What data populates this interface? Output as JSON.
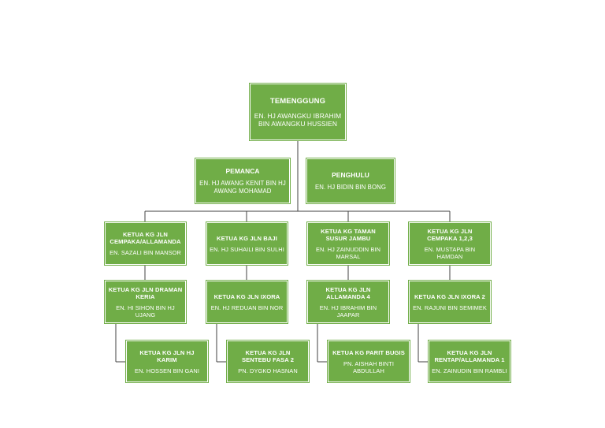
{
  "colors": {
    "node_fill": "#70AD47",
    "node_text": "#FFFFFF",
    "connector": "#404040"
  },
  "nodes": {
    "temenggung": {
      "title": "TEMENGGUNG",
      "name": "EN. HJ AWANGKU IBRAHIM BIN AWANGKU HUSSIEN"
    },
    "pemanca": {
      "title": "PEMANCA",
      "name": "EN. HJ AWANG KENIT BIN HJ AWANG MOHAMAD"
    },
    "penghulu": {
      "title": "PENGHULU",
      "name": "EN. HJ BIDIN BIN BONG"
    },
    "cempaka_allamanda": {
      "title": "KETUA KG JLN CEMPAKA/ALLAMANDA",
      "name": "EN. SAZALI BIN MANSOR"
    },
    "baji": {
      "title": "KETUA KG JLN BAJI",
      "name": "EN. HJ SUHAILI BIN SULHI"
    },
    "taman_susur_jambu": {
      "title": "KETUA KG TAMAN SUSUR JAMBU",
      "name": "EN. HJ ZAINUDDIN BIN MARSAL"
    },
    "cempaka_123": {
      "title": "KETUA KG JLN CEMPAKA 1,2,3",
      "name": "EN. MUSTAPA BIN HAMDAN"
    },
    "draman_keria": {
      "title": "KETUA KG JLN DRAMAN KERIA",
      "name": "EN. HI SIHON BIN HJ UJANG"
    },
    "ixora": {
      "title": "KETUA KG JLN IXORA",
      "name": "EN. HJ REDUAN BIN NOR"
    },
    "allamanda_4": {
      "title": "KETUA KG JLN ALLAMANDA 4",
      "name": "EN. HJ IBRAHIM BIN JAAPAR"
    },
    "ixora_2": {
      "title": "KETUA KG JLN IXORA 2",
      "name": "EN. RAJUNI BIN SEMIMEK"
    },
    "hj_karim": {
      "title": "KETUA KG JLN HJ KARIM",
      "name": "EN. HOSSEN BIN GANI"
    },
    "sentebu": {
      "title": "KETUA KG JLN SENTEBU FASA 2",
      "name": "PN. DYGKO HASNAN"
    },
    "parit_bugis": {
      "title": "KETUA KG PARIT BUGIS",
      "name": "PN. AISHAH BINTI ABDULLAH"
    },
    "rentap": {
      "title": "KETUA KG JLN RENTAP/ALLAMANDA 1",
      "name": "EN. ZAINUDIN BIN RAMBLI"
    }
  }
}
